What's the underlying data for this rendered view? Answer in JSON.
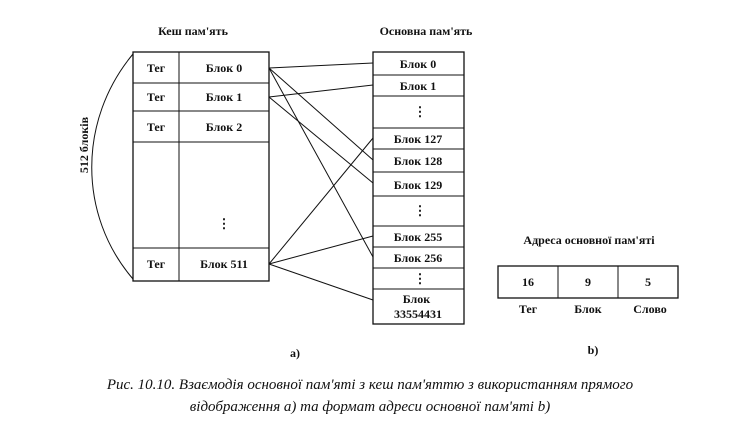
{
  "cache": {
    "title": "Кеш пам'ять",
    "side_label": "512 блоків",
    "rows": [
      {
        "tag": "Тег",
        "block": "Блок 0"
      },
      {
        "tag": "Тег",
        "block": "Блок 1"
      },
      {
        "tag": "Тег",
        "block": "Блок 2"
      },
      {
        "tag": "",
        "block": "⋮"
      },
      {
        "tag": "Тег",
        "block": "Блок 511"
      }
    ]
  },
  "main_memory": {
    "title": "Основна пам'ять",
    "rows": [
      "Блок 0",
      "Блок 1",
      "⋮",
      "Блок 127",
      "Блок 128",
      "Блок 129",
      "⋮",
      "Блок 255",
      "Блок 256",
      "⋮",
      "Блок 33554431"
    ]
  },
  "address": {
    "title": "Адреса основної пам'яті",
    "fields": [
      {
        "bits": "16",
        "label": "Тег"
      },
      {
        "bits": "9",
        "label": "Блок"
      },
      {
        "bits": "5",
        "label": "Слово"
      }
    ]
  },
  "panel_labels": {
    "a": "а)",
    "b": "b)"
  },
  "caption": {
    "line1": "Рис. 10.10. Взаємодія основної пам'яті з кеш пам'яттю з використанням прямого",
    "line2": "відображення а) та формат адреси основної пам'яті b)"
  }
}
